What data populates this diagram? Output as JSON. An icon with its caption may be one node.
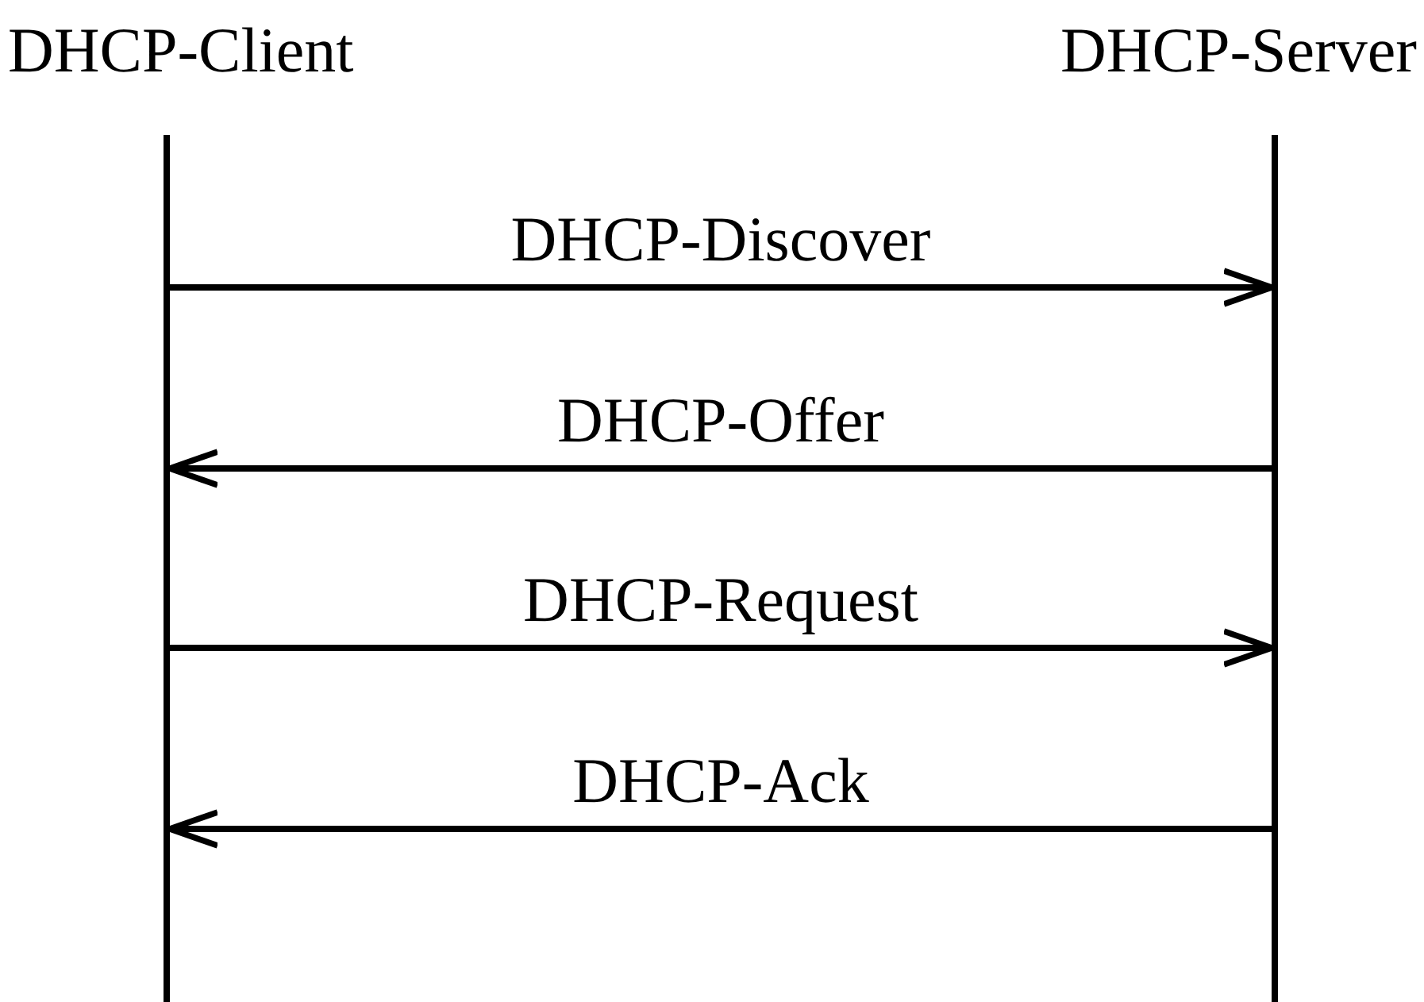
{
  "diagram": {
    "nodes": [
      {
        "text": [
          "DHCP-Client"
        ]
      },
      {
        "text": [
          "DHCP-Server"
        ]
      }
    ],
    "edges": [
      {
        "from": 0,
        "to": 1,
        "arrow": "to",
        "label": "DHCP-Discover"
      },
      {
        "from": 1,
        "to": 0,
        "arrow": "to",
        "label": "DHCP-Offer"
      },
      {
        "from": 0,
        "to": 1,
        "arrow": "to",
        "label": "DHCP-Request"
      },
      {
        "from": 1,
        "to": 0,
        "arrow": "to",
        "label": "DHCP-Ack"
      }
    ]
  }
}
